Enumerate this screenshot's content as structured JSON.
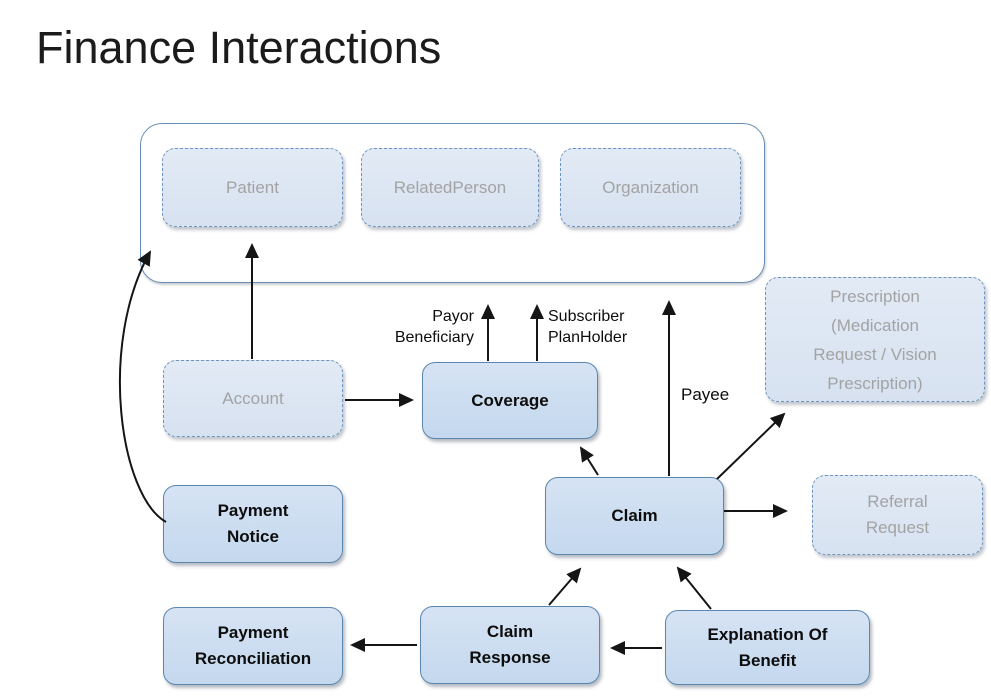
{
  "title": "Finance Interactions",
  "colors": {
    "box_border_blue": "#5b86ad",
    "solid_box_fill": "#c9dcf0",
    "dashed_box_fill": "#dde7f3",
    "gray_text": "#a3a3a3",
    "arrow_black": "#151515"
  },
  "reference_group": {
    "patient": {
      "lines": [
        "Patient"
      ]
    },
    "related_person": {
      "lines": [
        "RelatedPerson"
      ]
    },
    "organization": {
      "lines": [
        "Organization"
      ]
    }
  },
  "nodes": {
    "account": {
      "lines": [
        "Account"
      ]
    },
    "coverage": {
      "lines": [
        "Coverage"
      ]
    },
    "payment_notice": {
      "lines": [
        "Payment",
        "Notice"
      ]
    },
    "claim": {
      "lines": [
        "Claim"
      ]
    },
    "prescription": {
      "lines": [
        "Prescription",
        "(Medication",
        "Request / Vision",
        "Prescription)"
      ]
    },
    "referral_request": {
      "lines": [
        "Referral",
        "Request"
      ]
    },
    "payment_reconciliation": {
      "lines": [
        "Payment",
        "Reconciliation"
      ]
    },
    "claim_response": {
      "lines": [
        "Claim",
        "Response"
      ]
    },
    "explanation_of_benefit": {
      "lines": [
        "Explanation Of",
        "Benefit"
      ]
    }
  },
  "edge_labels": {
    "payor_beneficiary": [
      "Payor",
      "Beneficiary"
    ],
    "subscriber_planholder": [
      "Subscriber",
      "PlanHolder"
    ],
    "payee": "Payee"
  }
}
